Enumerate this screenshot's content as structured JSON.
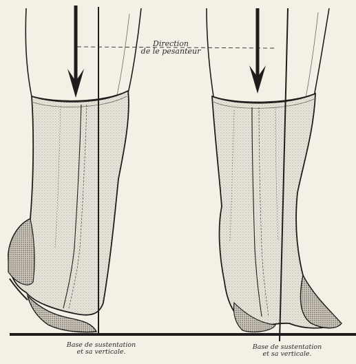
{
  "labels": {
    "direction": [
      "Direction",
      "de le pesanteur"
    ],
    "base_left": [
      "Base de sustentation",
      "et sa verticale."
    ],
    "base_right": [
      "Base de sustentation",
      "et sa verticale."
    ]
  },
  "colors": {
    "paper": "#f4f0e6",
    "ink": "#1e1d1b",
    "shade": "#9a968e"
  },
  "icons": {
    "gravity_arrow": "down-arrow-icon"
  }
}
